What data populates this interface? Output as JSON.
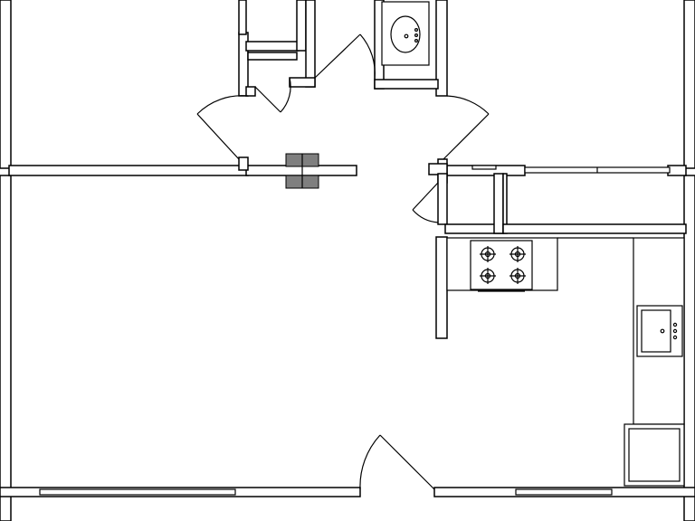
{
  "plan": {
    "labels": [],
    "colors": {
      "wall": "#000000",
      "background": "#ffffff",
      "fireplace": "#7f7f7f"
    },
    "fixtures": [
      "bathroom-sink",
      "kitchen-range",
      "kitchen-sink",
      "refrigerator"
    ]
  }
}
